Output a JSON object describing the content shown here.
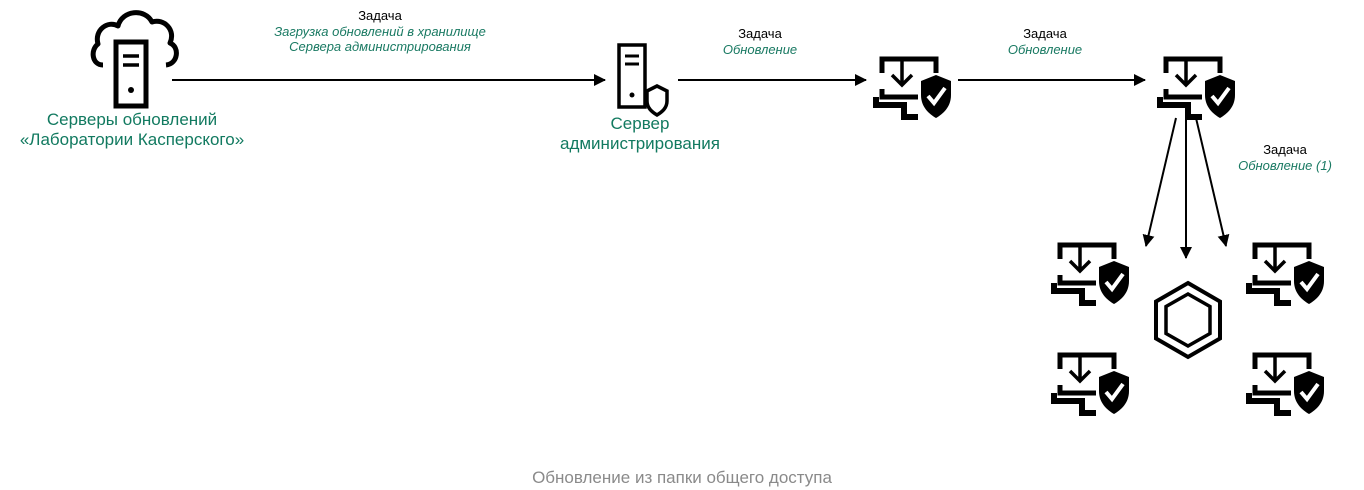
{
  "nodes": {
    "update_servers": {
      "label_line1": "Серверы обновлений",
      "label_line2": "«Лаборатории Касперского»",
      "icon": "cloud-server-icon"
    },
    "admin_server": {
      "label_line1": "Сервер",
      "label_line2": "администрирования",
      "icon": "server-shield-icon"
    },
    "device_1": {
      "icon": "device-download-shield-icon"
    },
    "shared_folder_device": {
      "icon": "device-download-shield-icon"
    },
    "client_devices": [
      {
        "icon": "device-download-shield-icon"
      },
      {
        "icon": "device-download-shield-icon"
      },
      {
        "icon": "device-download-shield-icon"
      },
      {
        "icon": "device-download-shield-icon"
      }
    ],
    "kaspersky_app": {
      "icon": "hexagon-logo-icon"
    }
  },
  "tasks": {
    "download": {
      "heading": "Задача",
      "name_line1": "Загрузка обновлений в хранилище",
      "name_line2": "Сервера администрирования"
    },
    "update_1": {
      "heading": "Задача",
      "name": "Обновление"
    },
    "update_2": {
      "heading": "Задача",
      "name": "Обновление"
    },
    "update_3": {
      "heading": "Задача",
      "name": "Обновление (1)"
    }
  },
  "caption": "Обновление из папки общего доступа",
  "colors": {
    "accent": "#127a60",
    "task_name": "#1a7a63",
    "caption": "#8a8a8a",
    "line": "#000000"
  }
}
